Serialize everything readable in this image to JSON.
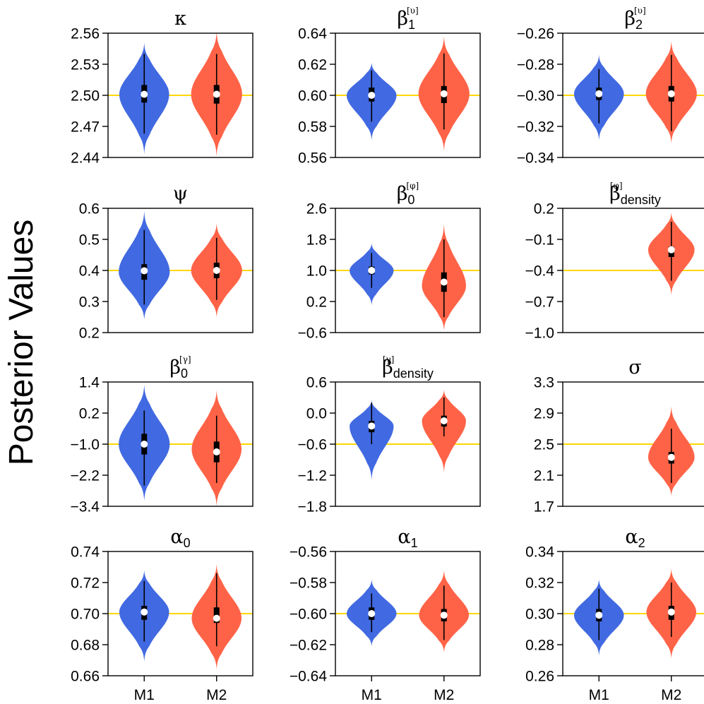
{
  "figure": {
    "ylabel": "Posterior Values"
  },
  "colors": {
    "m1": "#4169E1",
    "m2": "#FF6347",
    "truth_line": "#FFD700",
    "axis": "#000000"
  },
  "chart_data": [
    {
      "type": "violin",
      "title": {
        "base": "κ",
        "sub": "",
        "sup": ""
      },
      "yticks": [
        "2.44",
        "2.47",
        "2.50",
        "2.53",
        "2.56"
      ],
      "ylim": [
        2.44,
        2.56
      ],
      "truth": 2.5,
      "categories": [
        "M1",
        "M2"
      ],
      "show_xticklabels": false,
      "series": [
        {
          "name": "M1",
          "median": 2.501,
          "q1": 2.493,
          "q3": 2.51,
          "whisker_low": 2.463,
          "whisker_high": 2.54,
          "min": 2.443,
          "max": 2.551,
          "mode": 2.501,
          "max_halfwidth": 0.43
        },
        {
          "name": "M2",
          "median": 2.501,
          "q1": 2.492,
          "q3": 2.51,
          "whisker_low": 2.462,
          "whisker_high": 2.54,
          "min": 2.441,
          "max": 2.562,
          "mode": 2.501,
          "max_halfwidth": 0.44
        }
      ]
    },
    {
      "type": "violin",
      "title": {
        "base": "β",
        "sub": "1",
        "sup": "[υ]"
      },
      "yticks": [
        "0.56",
        "0.58",
        "0.60",
        "0.62",
        "0.64"
      ],
      "ylim": [
        0.56,
        0.64
      ],
      "truth": 0.6,
      "categories": [
        "M1",
        "M2"
      ],
      "show_xticklabels": false,
      "series": [
        {
          "name": "M1",
          "median": 0.6,
          "q1": 0.596,
          "q3": 0.605,
          "whisker_low": 0.583,
          "whisker_high": 0.616,
          "min": 0.571,
          "max": 0.621,
          "mode": 0.6,
          "max_halfwidth": 0.43
        },
        {
          "name": "M2",
          "median": 0.601,
          "q1": 0.595,
          "q3": 0.606,
          "whisker_low": 0.578,
          "whisker_high": 0.627,
          "min": 0.564,
          "max": 0.638,
          "mode": 0.601,
          "max_halfwidth": 0.44
        }
      ]
    },
    {
      "type": "violin",
      "title": {
        "base": "β",
        "sub": "2",
        "sup": "[υ]"
      },
      "yticks": [
        "−0.34",
        "−0.32",
        "−0.30",
        "−0.28",
        "−0.26"
      ],
      "ylim": [
        -0.34,
        -0.26
      ],
      "truth": -0.3,
      "categories": [
        "M1",
        "M2"
      ],
      "show_xticklabels": false,
      "series": [
        {
          "name": "M1",
          "median": -0.299,
          "q1": -0.303,
          "q3": -0.295,
          "whisker_low": -0.318,
          "whisker_high": -0.283,
          "min": -0.329,
          "max": -0.274,
          "mode": -0.299,
          "max_halfwidth": 0.43
        },
        {
          "name": "M2",
          "median": -0.299,
          "q1": -0.304,
          "q3": -0.294,
          "whisker_low": -0.323,
          "whisker_high": -0.274,
          "min": -0.331,
          "max": -0.265,
          "mode": -0.299,
          "max_halfwidth": 0.44
        }
      ]
    },
    {
      "type": "violin",
      "title": {
        "base": "ψ",
        "sub": "",
        "sup": ""
      },
      "yticks": [
        "0.2",
        "0.3",
        "0.4",
        "0.5",
        "0.6"
      ],
      "ylim": [
        0.2,
        0.6
      ],
      "truth": 0.4,
      "categories": [
        "M1",
        "M2"
      ],
      "show_xticklabels": false,
      "series": [
        {
          "name": "M1",
          "median": 0.399,
          "q1": 0.37,
          "q3": 0.42,
          "whisker_low": 0.29,
          "whisker_high": 0.53,
          "min": 0.241,
          "max": 0.592,
          "mode": 0.395,
          "max_halfwidth": 0.44
        },
        {
          "name": "M2",
          "median": 0.4,
          "q1": 0.375,
          "q3": 0.425,
          "whisker_low": 0.305,
          "whisker_high": 0.505,
          "min": 0.249,
          "max": 0.552,
          "mode": 0.4,
          "max_halfwidth": 0.44
        }
      ]
    },
    {
      "type": "violin",
      "title": {
        "base": "β",
        "sub": "0",
        "sup": "[φ]"
      },
      "yticks": [
        "−0.6",
        "0.2",
        "1.0",
        "1.8",
        "2.6"
      ],
      "ylim": [
        -0.6,
        2.6
      ],
      "truth": 1.0,
      "categories": [
        "M1",
        "M2"
      ],
      "show_xticklabels": false,
      "series": [
        {
          "name": "M1",
          "median": 1.0,
          "q1": 0.9,
          "q3": 1.1,
          "whisker_low": 0.55,
          "whisker_high": 1.45,
          "min": 0.1,
          "max": 1.7,
          "mode": 1.0,
          "max_halfwidth": 0.38
        },
        {
          "name": "M2",
          "median": 0.7,
          "q1": 0.45,
          "q3": 0.95,
          "whisker_low": -0.2,
          "whisker_high": 1.8,
          "min": -0.55,
          "max": 2.2,
          "mode": 0.6,
          "max_halfwidth": 0.38
        }
      ]
    },
    {
      "type": "violin",
      "title": {
        "base": "β",
        "sub": "density",
        "sup": "[φ]"
      },
      "yticks": [
        "−1.0",
        "−0.7",
        "−0.4",
        "−0.1",
        "0.2"
      ],
      "ylim": [
        -1.0,
        0.2
      ],
      "truth": -0.4,
      "categories": [
        "M1",
        "M2"
      ],
      "show_xticklabels": false,
      "series": [
        {
          "name": "M2",
          "median": -0.2,
          "q1": -0.27,
          "q3": -0.17,
          "whisker_low": -0.5,
          "whisker_high": 0.07,
          "min": -0.64,
          "max": 0.16,
          "mode": -0.2,
          "max_halfwidth": 0.4
        }
      ]
    },
    {
      "type": "violin",
      "title": {
        "base": "β",
        "sub": "0",
        "sup": "[γ]"
      },
      "yticks": [
        "−3.4",
        "−2.2",
        "−1.0",
        "0.2",
        "1.4"
      ],
      "ylim": [
        -3.4,
        1.4
      ],
      "truth": -1.0,
      "categories": [
        "M1",
        "M2"
      ],
      "show_xticklabels": false,
      "series": [
        {
          "name": "M1",
          "median": -1.0,
          "q1": -1.4,
          "q3": -0.6,
          "whisker_low": -2.6,
          "whisker_high": 0.3,
          "min": -3.2,
          "max": 1.3,
          "mode": -1.0,
          "max_halfwidth": 0.44
        },
        {
          "name": "M2",
          "median": -1.3,
          "q1": -1.7,
          "q3": -0.9,
          "whisker_low": -2.5,
          "whisker_high": 0.1,
          "min": -3.4,
          "max": 1.1,
          "mode": -1.2,
          "max_halfwidth": 0.43
        }
      ]
    },
    {
      "type": "violin",
      "title": {
        "base": "β",
        "sub": "density",
        "sup": "[γ]"
      },
      "yticks": [
        "−1.8",
        "−1.2",
        "−0.6",
        "0.0",
        "0.6"
      ],
      "ylim": [
        -1.8,
        0.6
      ],
      "truth": -0.6,
      "categories": [
        "M1",
        "M2"
      ],
      "show_xticklabels": false,
      "series": [
        {
          "name": "M1",
          "median": -0.25,
          "q1": -0.37,
          "q3": -0.15,
          "whisker_low": -0.6,
          "whisker_high": 0.2,
          "min": -1.3,
          "max": 0.25,
          "mode": -0.25,
          "max_halfwidth": 0.38
        },
        {
          "name": "M2",
          "median": -0.15,
          "q1": -0.26,
          "q3": -0.05,
          "whisker_low": -0.45,
          "whisker_high": 0.3,
          "min": -1.15,
          "max": 0.45,
          "mode": -0.15,
          "max_halfwidth": 0.38
        }
      ]
    },
    {
      "type": "violin",
      "title": {
        "base": "σ",
        "sub": "",
        "sup": ""
      },
      "yticks": [
        "1.7",
        "2.1",
        "2.5",
        "2.9",
        "3.3"
      ],
      "ylim": [
        1.7,
        3.3
      ],
      "truth": 2.5,
      "categories": [
        "M1",
        "M2"
      ],
      "show_xticklabels": false,
      "series": [
        {
          "name": "M2",
          "median": 2.33,
          "q1": 2.25,
          "q3": 2.4,
          "whisker_low": 2.0,
          "whisker_high": 2.7,
          "min": 1.83,
          "max": 2.99,
          "mode": 2.33,
          "max_halfwidth": 0.4
        }
      ]
    },
    {
      "type": "violin",
      "title": {
        "base": "α",
        "sub": "0",
        "sup": ""
      },
      "yticks": [
        "0.66",
        "0.68",
        "0.70",
        "0.72",
        "0.74"
      ],
      "ylim": [
        0.66,
        0.74
      ],
      "truth": 0.7,
      "categories": [
        "M1",
        "M2"
      ],
      "show_xticklabels": true,
      "series": [
        {
          "name": "M1",
          "median": 0.701,
          "q1": 0.696,
          "q3": 0.705,
          "whisker_low": 0.682,
          "whisker_high": 0.721,
          "min": 0.669,
          "max": 0.728,
          "mode": 0.701,
          "max_halfwidth": 0.43
        },
        {
          "name": "M2",
          "median": 0.697,
          "q1": 0.694,
          "q3": 0.704,
          "whisker_low": 0.679,
          "whisker_high": 0.726,
          "min": 0.664,
          "max": 0.732,
          "mode": 0.697,
          "max_halfwidth": 0.43
        }
      ]
    },
    {
      "type": "violin",
      "title": {
        "base": "α",
        "sub": "1",
        "sup": ""
      },
      "yticks": [
        "−0.64",
        "−0.62",
        "−0.60",
        "−0.58",
        "−0.56"
      ],
      "ylim": [
        -0.64,
        -0.56
      ],
      "truth": -0.6,
      "categories": [
        "M1",
        "M2"
      ],
      "show_xticklabels": true,
      "series": [
        {
          "name": "M1",
          "median": -0.6,
          "q1": -0.604,
          "q3": -0.596,
          "whisker_low": -0.612,
          "whisker_high": -0.587,
          "min": -0.621,
          "max": -0.578,
          "mode": -0.6,
          "max_halfwidth": 0.43
        },
        {
          "name": "M2",
          "median": -0.601,
          "q1": -0.605,
          "q3": -0.597,
          "whisker_low": -0.617,
          "whisker_high": -0.582,
          "min": -0.625,
          "max": -0.572,
          "mode": -0.601,
          "max_halfwidth": 0.43
        }
      ]
    },
    {
      "type": "violin",
      "title": {
        "base": "α",
        "sub": "2",
        "sup": ""
      },
      "yticks": [
        "0.26",
        "0.28",
        "0.30",
        "0.32",
        "0.34"
      ],
      "ylim": [
        0.26,
        0.34
      ],
      "truth": 0.3,
      "categories": [
        "M1",
        "M2"
      ],
      "show_xticklabels": true,
      "series": [
        {
          "name": "M1",
          "median": 0.299,
          "q1": 0.295,
          "q3": 0.303,
          "whisker_low": 0.283,
          "whisker_high": 0.316,
          "min": 0.273,
          "max": 0.322,
          "mode": 0.299,
          "max_halfwidth": 0.43
        },
        {
          "name": "M2",
          "median": 0.301,
          "q1": 0.296,
          "q3": 0.305,
          "whisker_low": 0.285,
          "whisker_high": 0.32,
          "min": 0.271,
          "max": 0.329,
          "mode": 0.301,
          "max_halfwidth": 0.43
        }
      ]
    }
  ]
}
